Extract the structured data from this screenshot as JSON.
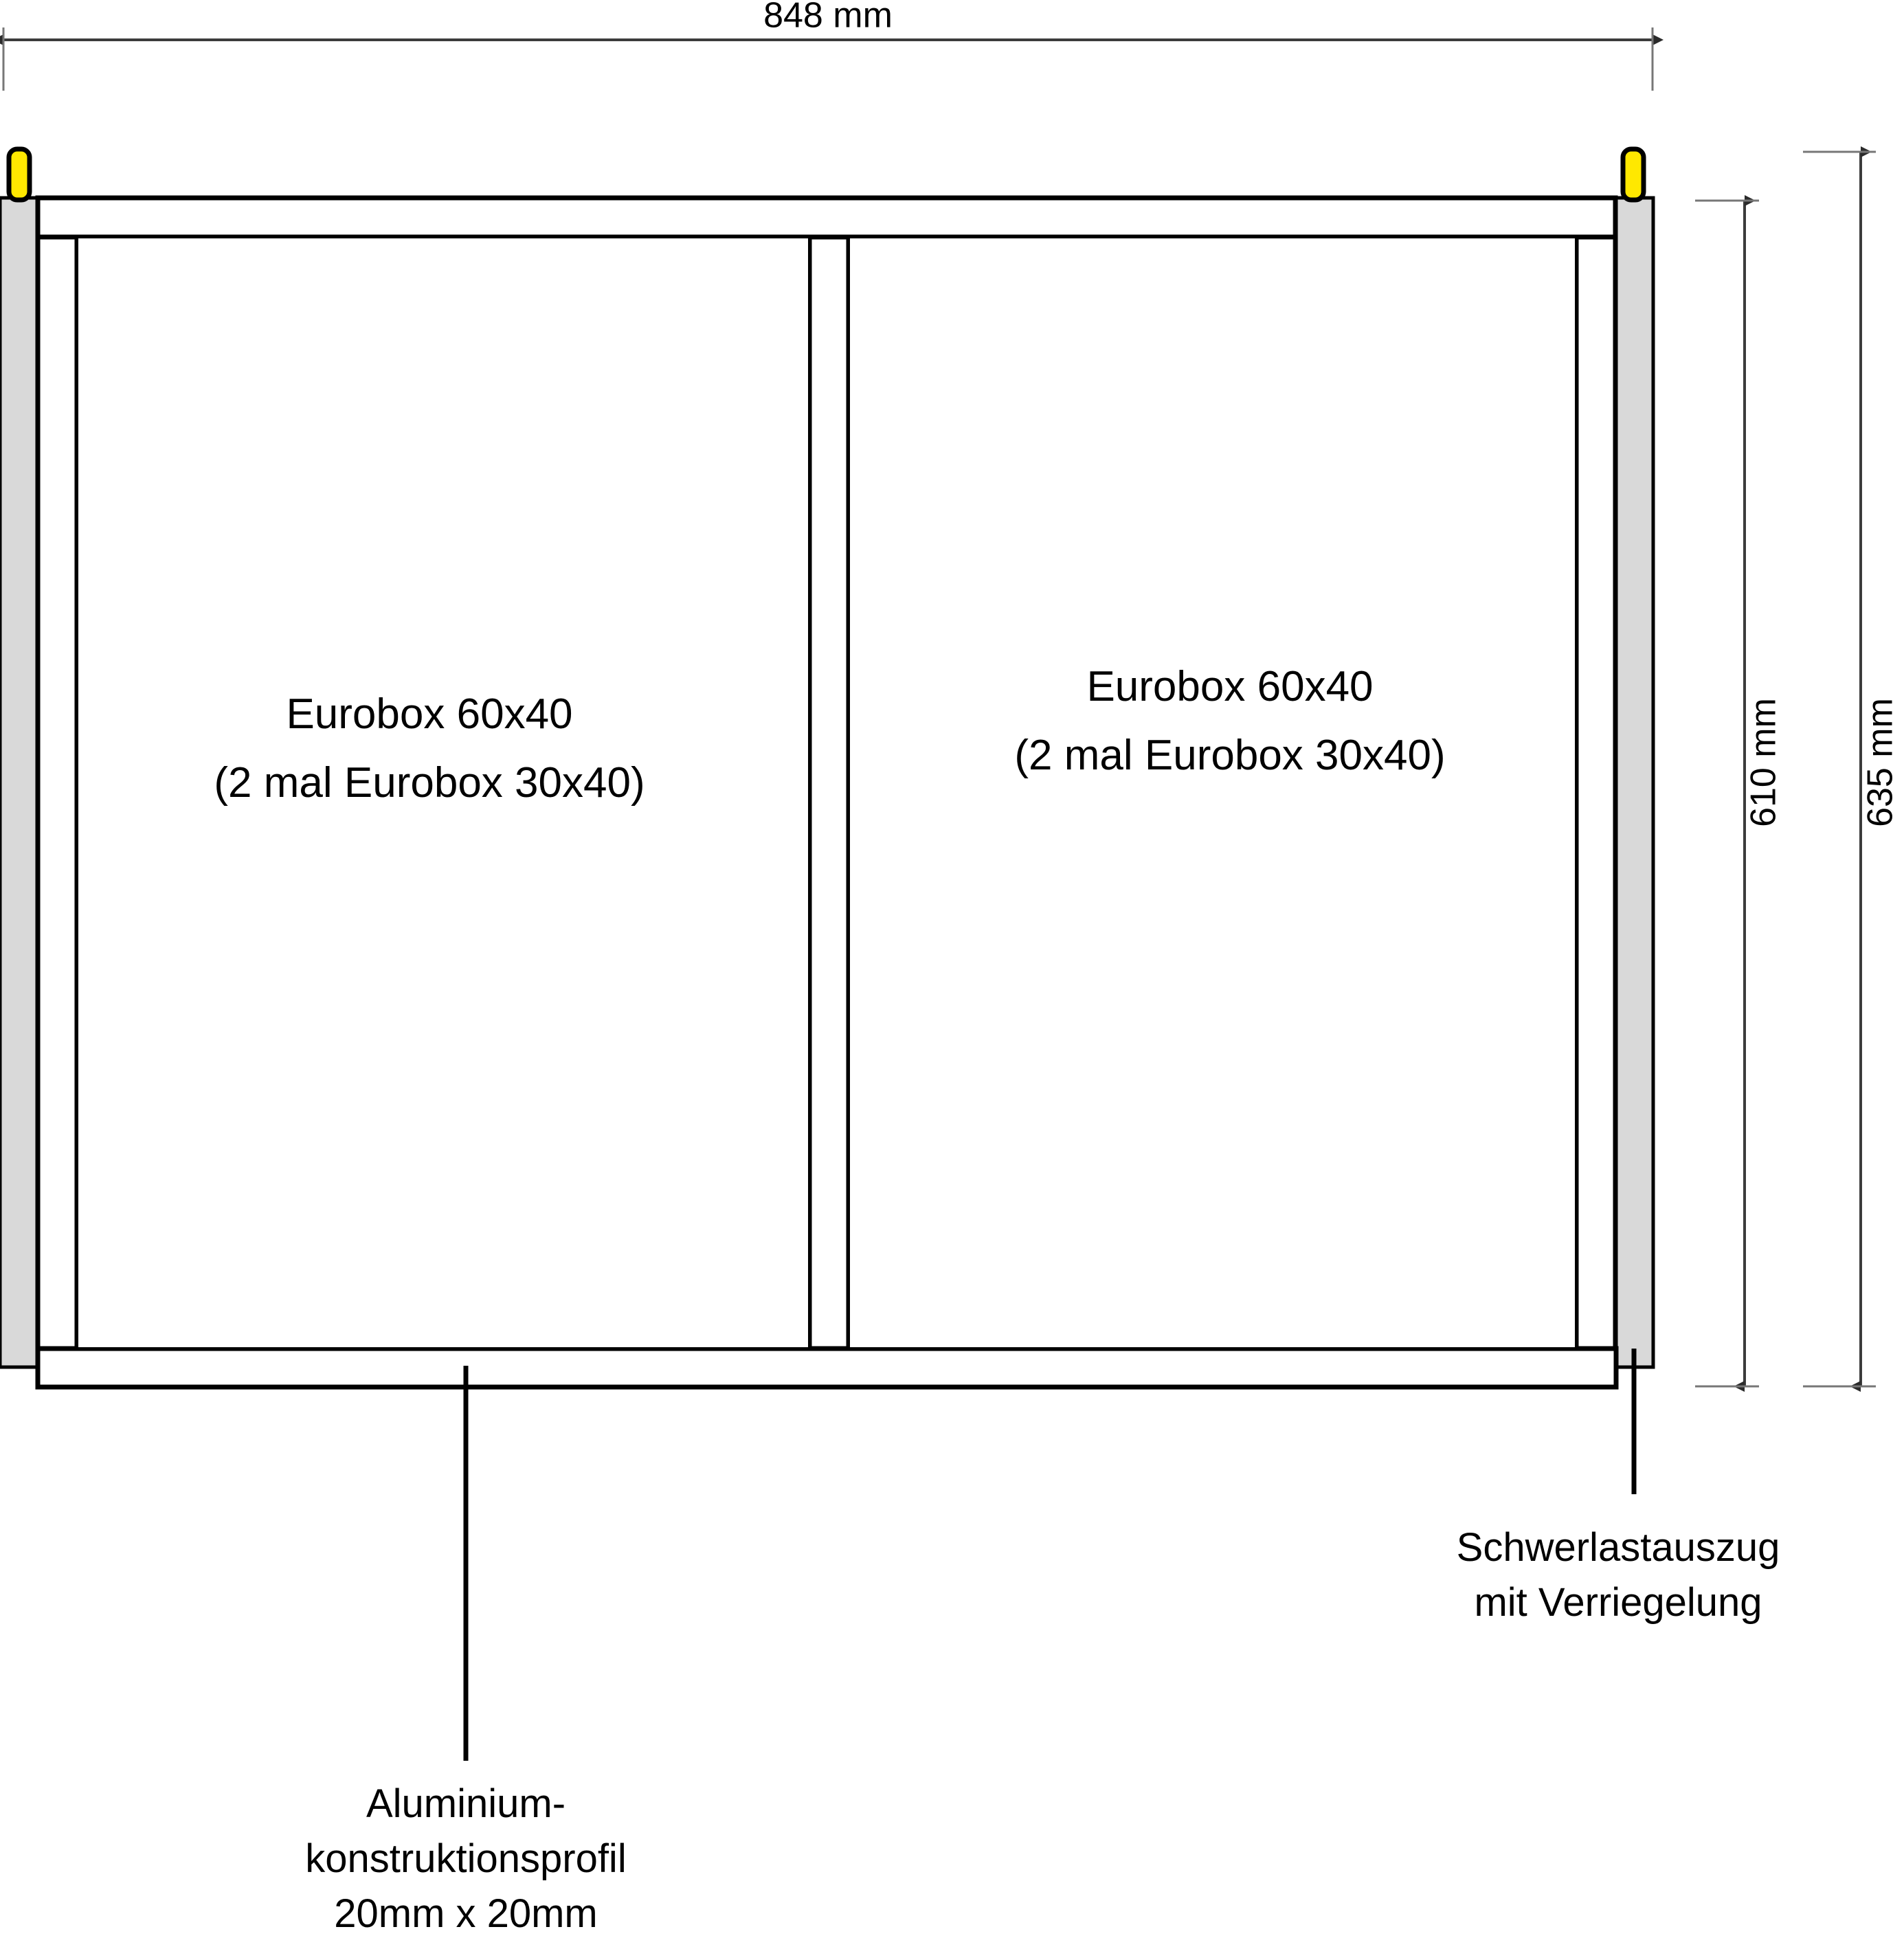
{
  "drawing": {
    "title": "Auszug-Konstruktionszeichnung",
    "colors": {
      "line": "#000000",
      "dimension_line": "#3c3c3c",
      "slide_rail_fill": "#d9d9d9",
      "lock_fill": "#ffe800",
      "background": "#ffffff",
      "panel_fill": "#ffffff"
    }
  },
  "dimensions": {
    "width": {
      "label": "848 mm",
      "orientation": "horizontal",
      "position": "top"
    },
    "inner_height": {
      "label": "610 mm",
      "orientation": "vertical",
      "position": "right-inner"
    },
    "outer_height": {
      "label": "635 mm",
      "orientation": "vertical",
      "position": "right-outer"
    }
  },
  "compartments": [
    {
      "id": "left-compartment",
      "line1": "Eurobox 60x40",
      "line2": "(2 mal Eurobox 30x40)"
    },
    {
      "id": "right-compartment",
      "line1": "Eurobox 60x40",
      "line2": "(2 mal Eurobox 30x40)"
    }
  ],
  "annotations": [
    {
      "id": "slide-rail-note",
      "lines": [
        "Schwerlastauszug",
        "mit Verriegelung"
      ],
      "leader": "from right slide rail downward"
    },
    {
      "id": "profile-note",
      "lines": [
        "Aluminium-",
        "konstruktionsprofil",
        "20mm x 20mm"
      ],
      "leader": "from bottom frame rail downward"
    }
  ],
  "components": {
    "slide_rail_left": "Schwerlastauszug links",
    "slide_rail_right": "Schwerlastauszug rechts",
    "lock_left": "Verriegelung links",
    "lock_right": "Verriegelung rechts",
    "frame": "Aluminium-Rahmen",
    "center_divider": "Mittelsteg"
  }
}
